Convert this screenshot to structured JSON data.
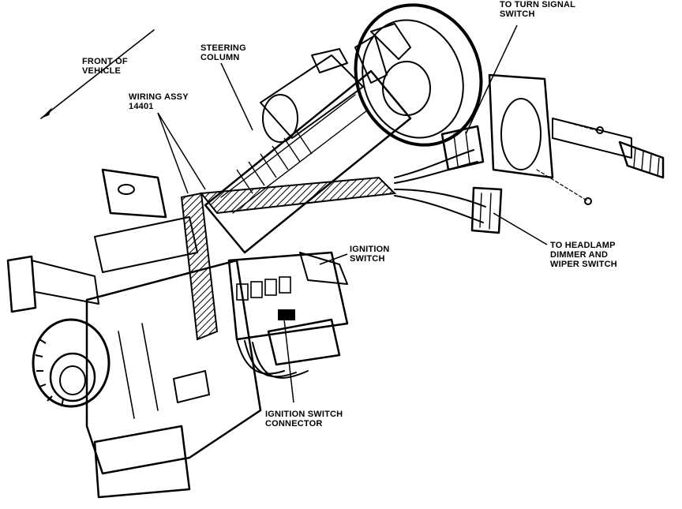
{
  "labels": {
    "front_of_vehicle": [
      "FRONT OF",
      "VEHICLE"
    ],
    "steering_column": [
      "STEERING",
      "COLUMN"
    ],
    "wiring_assy": [
      "WIRING ASSY",
      "14401"
    ],
    "turn_signal_switch": [
      "TO TURN SIGNAL",
      "SWITCH"
    ],
    "ignition_switch": [
      "IGNITION",
      "SWITCH"
    ],
    "headlamp_wiper_switch": [
      "TO HEADLAMP",
      "DIMMER AND",
      "WIPER SWITCH"
    ],
    "ignition_switch_connector": [
      "IGNITION SWITCH",
      "CONNECTOR"
    ]
  },
  "colors": {
    "ink": "#000000",
    "paper": "#ffffff"
  }
}
